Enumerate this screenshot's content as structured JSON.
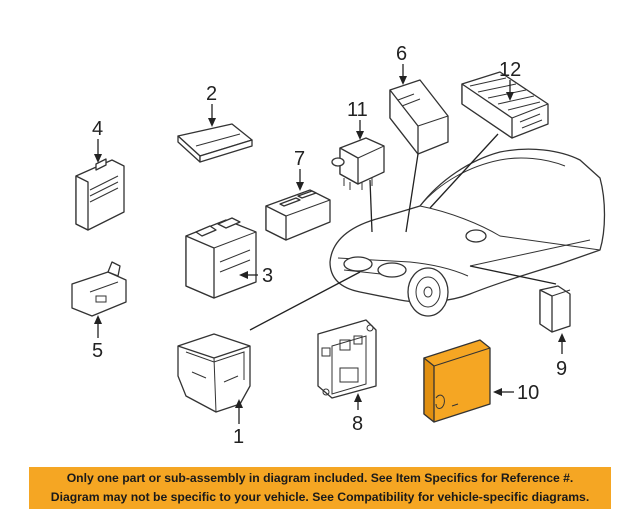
{
  "callouts": {
    "c1": "1",
    "c2": "2",
    "c3": "3",
    "c4": "4",
    "c5": "5",
    "c6": "6",
    "c7": "7",
    "c8": "8",
    "c9": "9",
    "c10": "10",
    "c11": "11",
    "c12": "12"
  },
  "highlight_color": "#f5a623",
  "banner": {
    "line1": "Only one part or sub-assembly in diagram included. See Item Specifics for Reference #.",
    "line2": "Diagram may not be specific to your vehicle. See Compatibility for vehicle-specific diagrams."
  }
}
